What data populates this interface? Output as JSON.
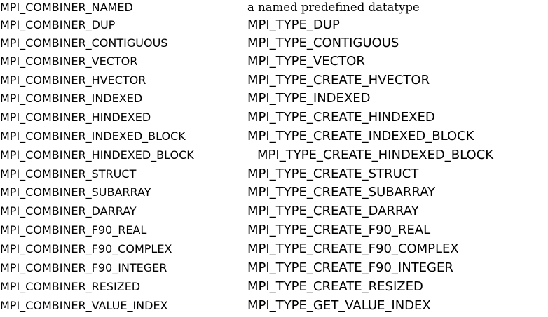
{
  "rows": [
    {
      "combiner": "MPI_COMBINER_NAMED",
      "constructor": "a named predefined datatype"
    },
    {
      "combiner": "MPI_COMBINER_DUP",
      "constructor": "MPI_TYPE_DUP"
    },
    {
      "combiner": "MPI_COMBINER_CONTIGUOUS",
      "constructor": "MPI_TYPE_CONTIGUOUS"
    },
    {
      "combiner": "MPI_COMBINER_VECTOR",
      "constructor": "MPI_TYPE_VECTOR"
    },
    {
      "combiner": "MPI_COMBINER_HVECTOR",
      "constructor": "MPI_TYPE_CREATE_HVECTOR"
    },
    {
      "combiner": "MPI_COMBINER_INDEXED",
      "constructor": "MPI_TYPE_INDEXED"
    },
    {
      "combiner": "MPI_COMBINER_HINDEXED",
      "constructor": "MPI_TYPE_CREATE_HINDEXED"
    },
    {
      "combiner": "MPI_COMBINER_INDEXED_BLOCK",
      "constructor": "MPI_TYPE_CREATE_INDEXED_BLOCK"
    },
    {
      "combiner": "MPI_COMBINER_HINDEXED_BLOCK",
      "constructor": "MPI_TYPE_CREATE_HINDEXED_BLOCK"
    },
    {
      "combiner": "MPI_COMBINER_STRUCT",
      "constructor": "MPI_TYPE_CREATE_STRUCT"
    },
    {
      "combiner": "MPI_COMBINER_SUBARRAY",
      "constructor": "MPI_TYPE_CREATE_SUBARRAY"
    },
    {
      "combiner": "MPI_COMBINER_DARRAY",
      "constructor": "MPI_TYPE_CREATE_DARRAY"
    },
    {
      "combiner": "MPI_COMBINER_F90_REAL",
      "constructor": "MPI_TYPE_CREATE_F90_REAL"
    },
    {
      "combiner": "MPI_COMBINER_F90_COMPLEX",
      "constructor": "MPI_TYPE_CREATE_F90_COMPLEX"
    },
    {
      "combiner": "MPI_COMBINER_F90_INTEGER",
      "constructor": "MPI_TYPE_CREATE_F90_INTEGER"
    },
    {
      "combiner": "MPI_COMBINER_RESIZED",
      "constructor": "MPI_TYPE_CREATE_RESIZED"
    },
    {
      "combiner": "MPI_COMBINER_VALUE_INDEX",
      "constructor": "MPI_TYPE_GET_VALUE_INDEX"
    }
  ]
}
